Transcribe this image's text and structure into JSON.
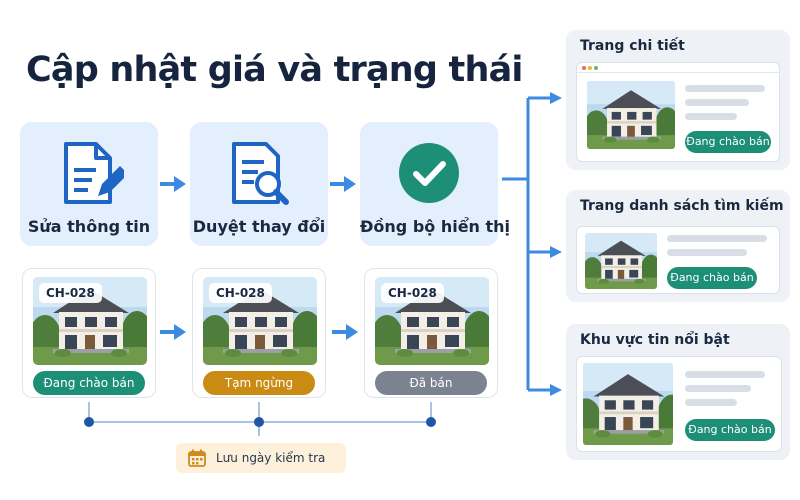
{
  "title": "Cập nhật giá và trạng thái",
  "steps": [
    {
      "label": "Sửa thông tin",
      "icon": "document-edit-icon"
    },
    {
      "label": "Duyệt thay đổi",
      "icon": "document-search-icon"
    },
    {
      "label": "Đồng bộ hiển thị",
      "icon": "check-circle-icon"
    }
  ],
  "listings": [
    {
      "code": "CH-028",
      "status": "Đang chào bán",
      "color": "#1e8f77"
    },
    {
      "code": "CH-028",
      "status": "Tạm ngừng",
      "color": "#c98b14"
    },
    {
      "code": "CH-028",
      "status": "Đã bán",
      "color": "#7b8391"
    }
  ],
  "date_chip": {
    "label": "Lưu ngày kiểm tra",
    "icon": "calendar-icon"
  },
  "panels": [
    {
      "title": "Trang chi tiết",
      "badge": "Đang chào bán"
    },
    {
      "title": "Trang danh sách tìm kiếm",
      "badge": "Đang chào bán"
    },
    {
      "title": "Khu vực tin nổi bật",
      "badge": "Đang chào bán"
    }
  ],
  "colors": {
    "accent": "#3d8be0",
    "step_bg": "#e3effc",
    "green": "#1e8f77",
    "amber": "#c98b14",
    "gray": "#7b8391",
    "navy": "#16243f"
  }
}
